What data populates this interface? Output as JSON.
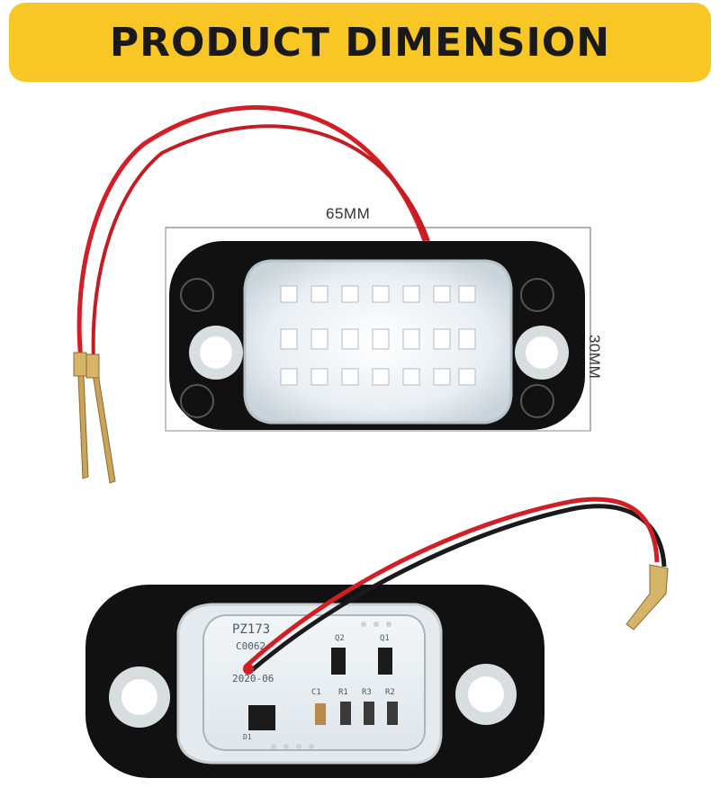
{
  "banner": {
    "title": "PRODUCT DIMENSION",
    "color": "#f8c726"
  },
  "dimensions": {
    "width_label": "65MM",
    "height_label": "30MM"
  },
  "board_markings": {
    "model": "PZ173",
    "code": "C0062",
    "date": "2020-06",
    "c1": "C1",
    "r1": "R1",
    "r3": "R3",
    "r2": "R2",
    "q2": "Q2",
    "q1": "Q1",
    "d1": "D1"
  },
  "colors": {
    "housing": "#111111",
    "wire_red": "#d21f26",
    "wire_black": "#1a1a1a",
    "lens": "#eef2f5"
  }
}
